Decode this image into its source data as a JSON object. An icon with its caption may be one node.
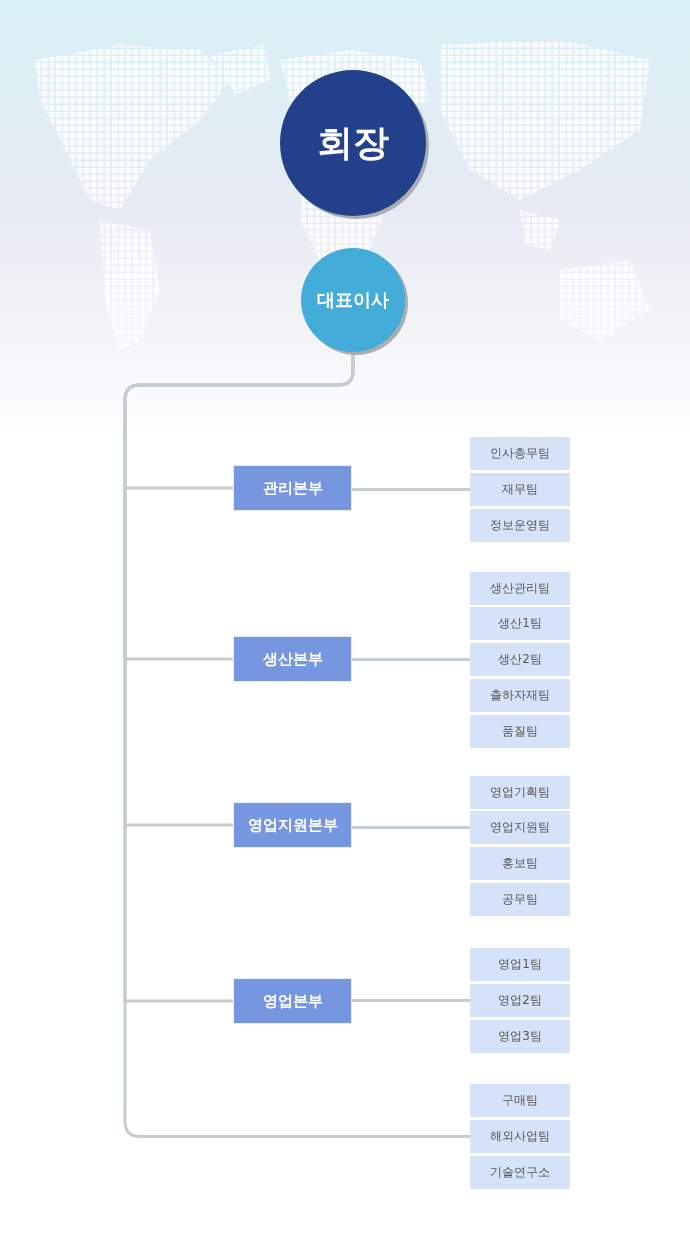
{
  "diagram": {
    "nodes": [
      {
        "text": [
          "회장"
        ]
      },
      {
        "text": [
          "대표이사"
        ]
      },
      {
        "text": [
          "관리본부"
        ]
      },
      {
        "text": [
          "인사총무팀"
        ]
      },
      {
        "text": [
          "재무팀"
        ]
      },
      {
        "text": [
          "정보운영팀"
        ]
      },
      {
        "text": [
          "생산본부"
        ]
      },
      {
        "text": [
          "생산관리팀"
        ]
      },
      {
        "text": [
          "생산1팀"
        ]
      },
      {
        "text": [
          "생산2팀"
        ]
      },
      {
        "text": [
          "출하자재팀"
        ]
      },
      {
        "text": [
          "품질팀"
        ]
      },
      {
        "text": [
          "영업지원본부"
        ]
      },
      {
        "text": [
          "영업기획팀"
        ]
      },
      {
        "text": [
          "영업지원팀"
        ]
      },
      {
        "text": [
          "홍보팀"
        ]
      },
      {
        "text": [
          "공무팀"
        ]
      },
      {
        "text": [
          "영업본부"
        ]
      },
      {
        "text": [
          "영업1팀"
        ]
      },
      {
        "text": [
          "영업2팀"
        ]
      },
      {
        "text": [
          "영업3팀"
        ]
      },
      {
        "text": [
          "구매팀"
        ]
      },
      {
        "text": [
          "해외사업팀"
        ]
      },
      {
        "text": [
          "기술연구소"
        ]
      }
    ],
    "edges": [
      {
        "from": 1,
        "to": 2,
        "arrow": "none"
      },
      {
        "from": 1,
        "to": 6,
        "arrow": "none"
      },
      {
        "from": 1,
        "to": 12,
        "arrow": "none"
      },
      {
        "from": 1,
        "to": 17,
        "arrow": "none"
      },
      {
        "from": 1,
        "to": 22,
        "arrow": "none"
      },
      {
        "from": 2,
        "to": 4,
        "arrow": "none"
      },
      {
        "from": 6,
        "to": 9,
        "arrow": "none"
      },
      {
        "from": 12,
        "to": 14,
        "arrow": "none"
      },
      {
        "from": 17,
        "to": 19,
        "arrow": "none"
      }
    ]
  }
}
